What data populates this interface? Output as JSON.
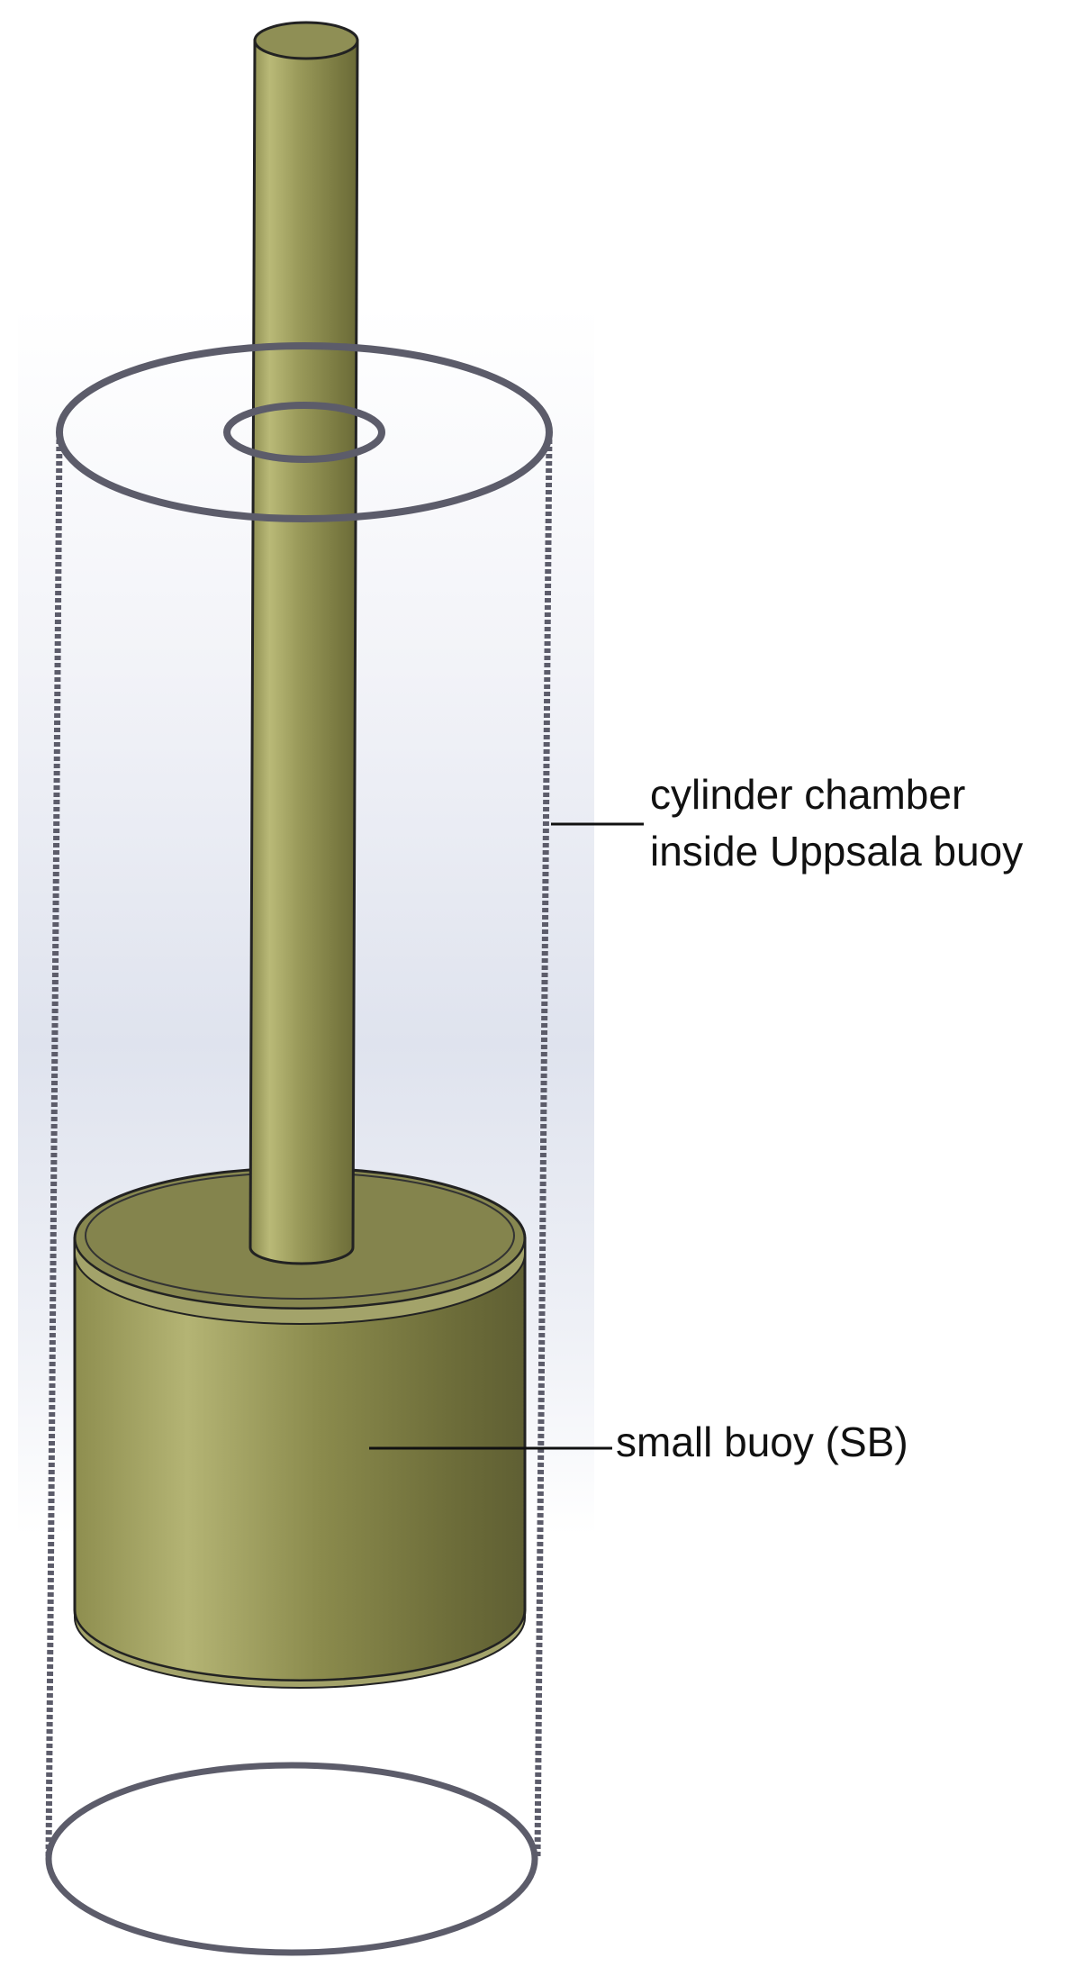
{
  "labels": {
    "chamber_line1": "cylinder chamber",
    "chamber_line2": "inside Uppsala buoy",
    "small_buoy": "small buoy (SB)"
  },
  "colors": {
    "rod_light": "#b7b774",
    "rod_mid": "#909052",
    "rod_dark": "#6f6f3c",
    "buoy_top": "#878750",
    "buoy_rim": "#a3a36a",
    "outline": "#222222",
    "chamber_edge": "#5c5c6a",
    "chamber_fill": "#dde1ec",
    "leader_line": "#111111"
  }
}
